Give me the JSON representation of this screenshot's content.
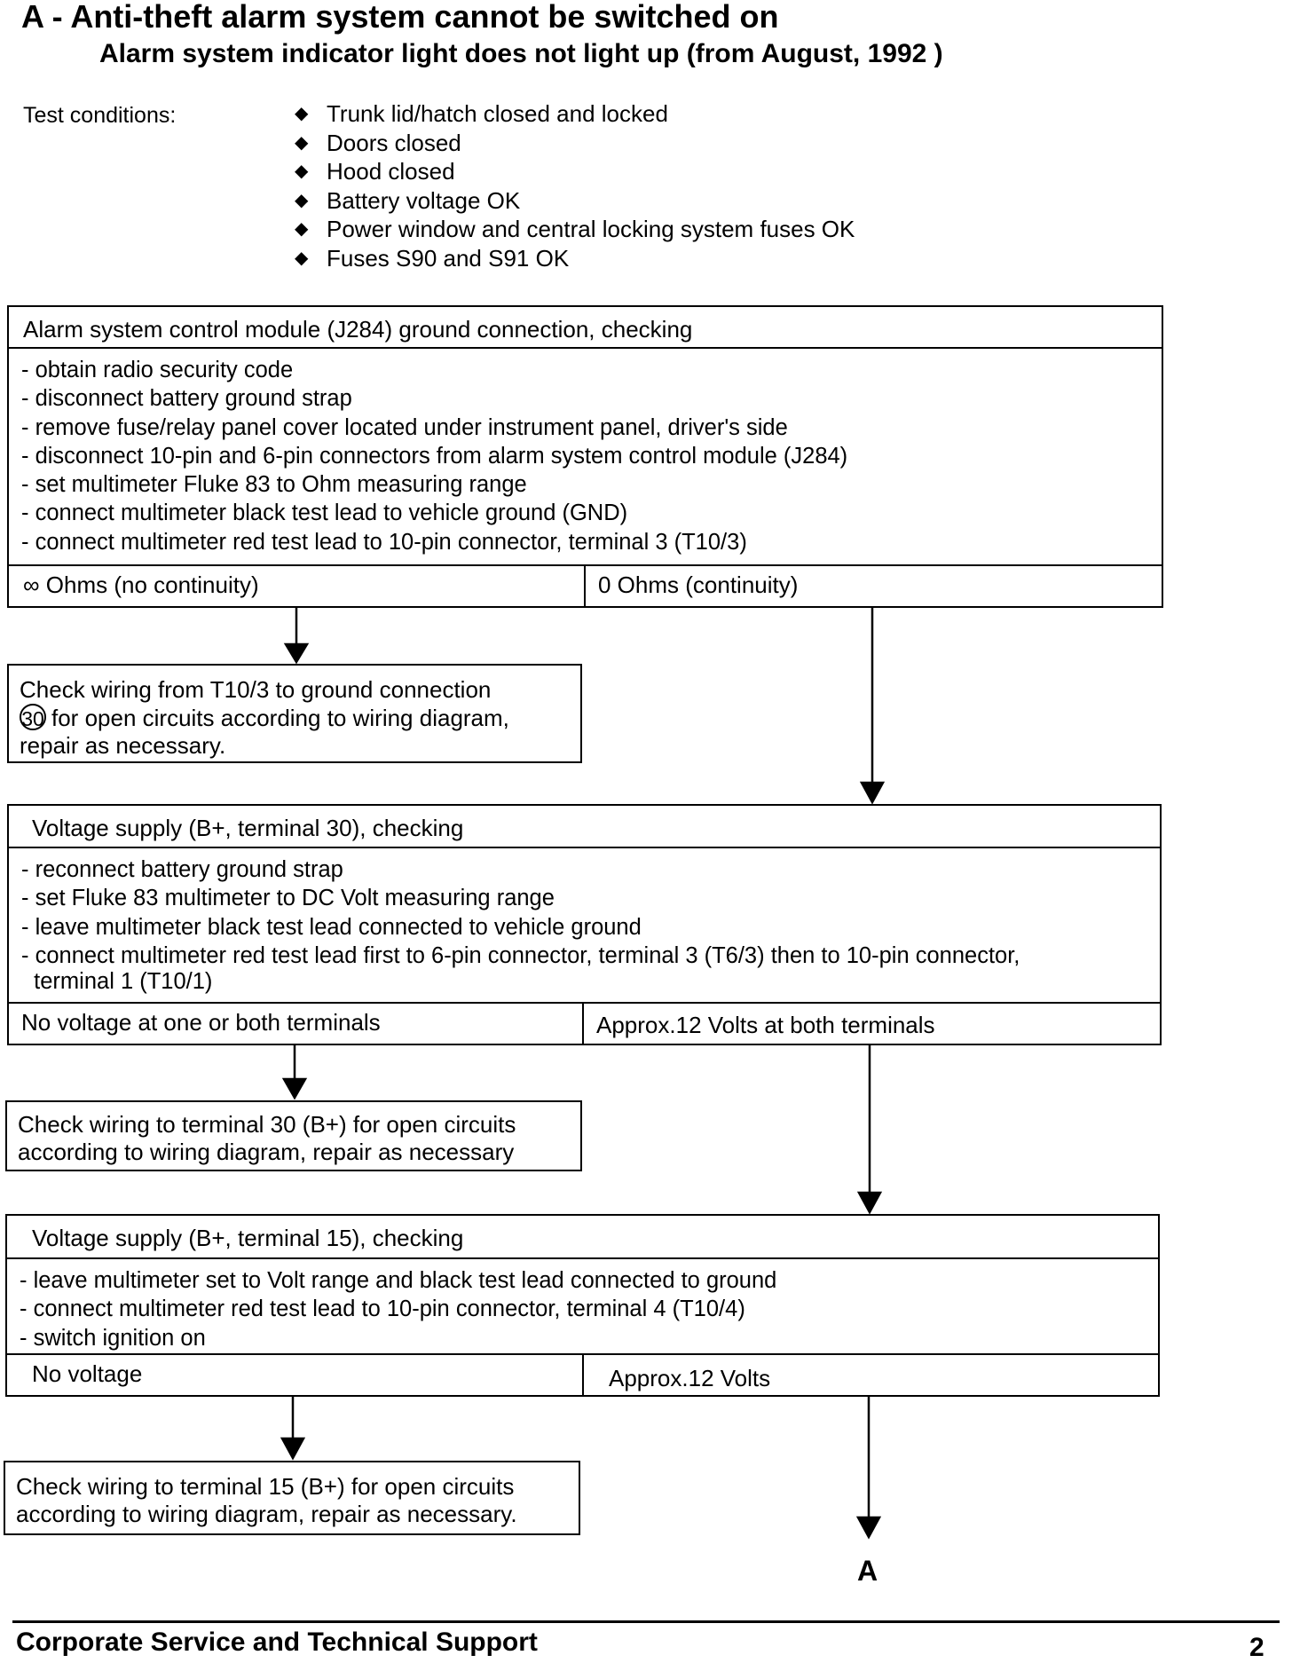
{
  "title": "A -  Anti-theft alarm system cannot be switched on",
  "subtitle": "Alarm system indicator light does not light up (from August, 1992 )",
  "test_conditions": {
    "label": "Test conditions:",
    "bullet": "◆",
    "items": [
      "Trunk lid/hatch closed and locked",
      "Doors closed",
      "Hood closed",
      "Battery voltage OK",
      "Power window and central locking system fuses OK",
      "Fuses S90 and S91 OK"
    ]
  },
  "step1": {
    "header": "Alarm system control module (J284) ground connection, checking",
    "steps": [
      "- obtain radio security code",
      "- disconnect battery ground strap",
      "- remove fuse/relay panel cover located under instrument panel, driver's side",
      "- disconnect 10-pin and 6-pin connectors from alarm system control module (J284)",
      "- set multimeter Fluke 83 to Ohm measuring range",
      "- connect multimeter black test lead to vehicle ground (GND)",
      "- connect multimeter red test lead to 10-pin connector, terminal 3 (T10/3)"
    ],
    "result_left": "∞ Ohms (no continuity)",
    "result_right": "0 Ohms (continuity)",
    "remedy_line1": "Check wiring from T10/3  to ground connection",
    "remedy_circled": "30",
    "remedy_line2": "for open circuits according to wiring diagram,",
    "remedy_line3": "repair as necessary."
  },
  "step2": {
    "header": "Voltage supply (B+, terminal 30), checking",
    "steps": [
      "- reconnect battery ground strap",
      "- set Fluke 83 multimeter to DC Volt measuring range",
      "- leave multimeter black test lead connected to vehicle ground",
      "- connect multimeter red test lead first to 6-pin connector, terminal 3 (T6/3) then to 10-pin connector,",
      "  terminal 1 (T10/1)"
    ],
    "result_left": "No voltage at one or both terminals",
    "result_right": "Approx.12 Volts at both terminals",
    "remedy_line1": "Check wiring to terminal 30 (B+) for open circuits",
    "remedy_line2": "according to wiring diagram, repair as necessary"
  },
  "step3": {
    "header": "Voltage supply (B+, terminal 15), checking",
    "steps": [
      "- leave multimeter set to Volt range and black test lead connected to ground",
      "- connect multimeter red test lead to 10-pin connector, terminal 4 (T10/4)",
      "- switch ignition on"
    ],
    "result_left": "No voltage",
    "result_right": "Approx.12 Volts",
    "remedy_line1": "Check wiring to terminal 15 (B+) for open circuits",
    "remedy_line2": "according to wiring diagram, repair as necessary."
  },
  "end_marker": "A",
  "footer": "Corporate Service and Technical Support",
  "page_number": "2"
}
